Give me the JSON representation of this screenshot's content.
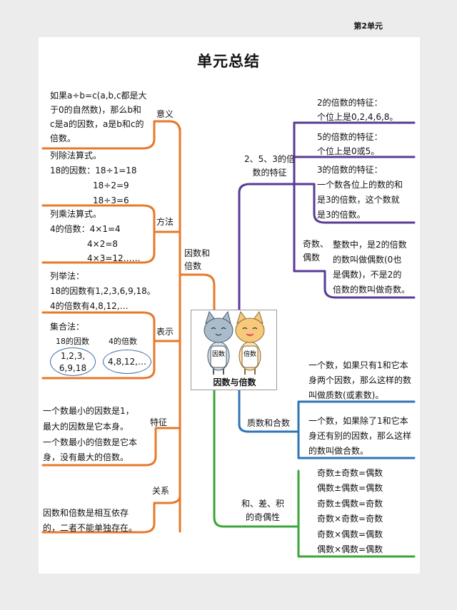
{
  "header": {
    "unit": "第2单元"
  },
  "title": "单元总结",
  "center": {
    "label": "因数与倍数",
    "cat_left_tag": "因数",
    "cat_right_tag": "倍数"
  },
  "branches": {
    "left": {
      "label": "因数和\n倍数",
      "children": {
        "meaning": {
          "label": "意义",
          "lines": [
            "如果a÷b=c(a,b,c都是大",
            "于0的自然数)，那么b和",
            "c是a的因数，a是b和c的",
            "倍数。"
          ]
        },
        "method": {
          "label": "方法",
          "division_lines": [
            "列除法算式。",
            "18的因数：18÷1=18",
            "18÷2=9",
            "18÷3=6"
          ],
          "multiplication_lines": [
            "列乘法算式。",
            "4的倍数：4×1=4",
            "4×2=8",
            "4×3=12……"
          ]
        },
        "representation": {
          "label": "表示",
          "list_lines": [
            "列举法：",
            "18的因数有1,2,3,6,9,18。",
            "4的倍数有4,8,12,…"
          ],
          "set_title": "集合法：",
          "set_left_caption": "18的因数",
          "set_right_caption": "4的倍数",
          "set_left_lines": [
            "1,2,3,",
            "6,9,18"
          ],
          "set_right_lines": [
            "4,8,12,…"
          ]
        },
        "feature": {
          "label": "特征",
          "lines": [
            "一个数最小的因数是1，",
            "最大的因数是它本身。",
            "一个数最小的倍数是它本",
            "身，没有最大的倍数。"
          ]
        },
        "relation": {
          "label": "关系",
          "lines": [
            "因数和倍数是相互依存",
            "的，二者不能单独存在。"
          ]
        }
      }
    },
    "features_235": {
      "label": "2、5、3的倍\n数的特征",
      "children": {
        "two": {
          "lines": [
            "2的倍数的特征：",
            "个位上是0,2,4,6,8。"
          ]
        },
        "five": {
          "lines": [
            "5的倍数的特征：",
            "个位上是0或5。"
          ]
        },
        "three": {
          "lines": [
            "3的倍数的特征：",
            "一个数各位上的数的和",
            "是3的倍数，这个数就",
            "是3的倍数。"
          ]
        },
        "odd_even": {
          "label": "奇数、\n偶数",
          "lines": [
            "整数中，是2的倍数",
            "的数叫做偶数(0也",
            "是偶数)，不是2的",
            "倍数的数叫做奇数。"
          ]
        }
      }
    },
    "prime_composite": {
      "label": "质数和合数",
      "children": {
        "prime": {
          "lines": [
            "一个数，如果只有1和它本",
            "身两个因数，那么这样的数",
            "叫做质数(或素数)。"
          ]
        },
        "composite": {
          "lines": [
            "一个数，如果除了1和它本",
            "身还有别的因数，那么这样",
            "的数叫做合数。"
          ]
        }
      }
    },
    "parity": {
      "label": "和、差、积\n的奇偶性",
      "rules": [
        "奇数±奇数=偶数",
        "偶数±偶数=偶数",
        "奇数±偶数=奇数",
        "奇数×奇数=奇数",
        "奇数×偶数=偶数",
        "偶数×偶数=偶数"
      ]
    }
  },
  "colors": {
    "orange": "#e8782a",
    "purple": "#5a3a94",
    "blue": "#2f74b5",
    "green": "#3aa53a"
  }
}
